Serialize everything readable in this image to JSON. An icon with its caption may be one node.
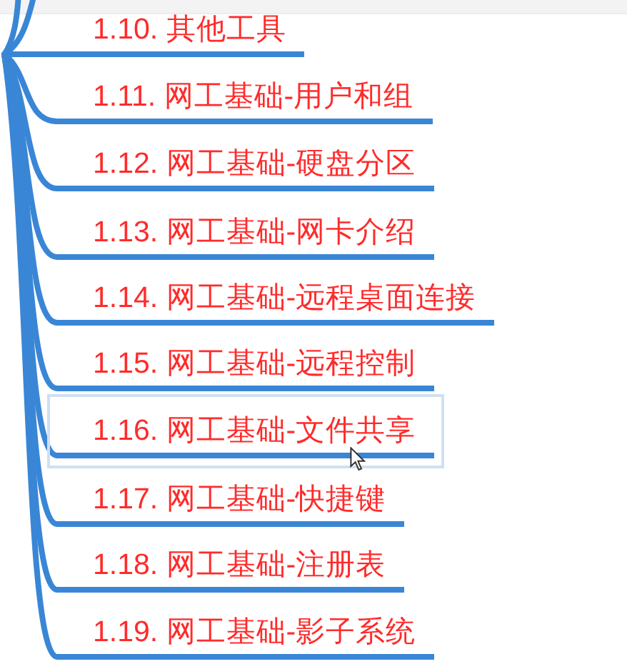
{
  "diagram": {
    "nodes": [
      {
        "text": [
          "1.10. 其他工具"
        ]
      },
      {
        "text": [
          "1.11. 网工基础-用户和组"
        ]
      },
      {
        "text": [
          "1.12. 网工基础-硬盘分区"
        ]
      },
      {
        "text": [
          "1.13. 网工基础-网卡介绍"
        ]
      },
      {
        "text": [
          "1.14. 网工基础-远程桌面连接"
        ]
      },
      {
        "text": [
          "1.15. 网工基础-远程控制"
        ]
      },
      {
        "text": [
          "1.16. 网工基础-文件共享"
        ]
      },
      {
        "text": [
          "1.17. 网工基础-快捷键"
        ]
      },
      {
        "text": [
          "1.18. 网工基础-注册表"
        ]
      },
      {
        "text": [
          "1.19. 网工基础-影子系统"
        ]
      }
    ],
    "edges": [
      {
        "from": null,
        "to": 0,
        "arrow": "none"
      },
      {
        "from": null,
        "to": 1,
        "arrow": "none"
      },
      {
        "from": null,
        "to": 2,
        "arrow": "none"
      },
      {
        "from": null,
        "to": 3,
        "arrow": "none"
      },
      {
        "from": null,
        "to": 4,
        "arrow": "none"
      },
      {
        "from": null,
        "to": 5,
        "arrow": "none"
      },
      {
        "from": null,
        "to": 6,
        "arrow": "none"
      },
      {
        "from": null,
        "to": 7,
        "arrow": "none"
      },
      {
        "from": null,
        "to": 8,
        "arrow": "none"
      },
      {
        "from": null,
        "to": 9,
        "arrow": "none"
      }
    ]
  }
}
